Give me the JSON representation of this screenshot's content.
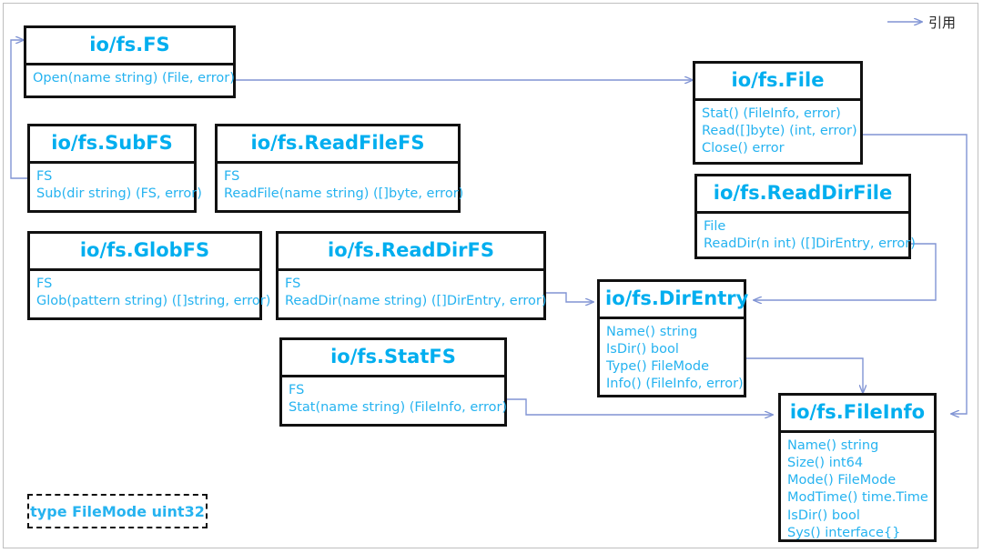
{
  "diagram": {
    "title_semantics": "go-io-fs-interfaces",
    "accent_text_color": "#00AEEF",
    "member_text_color": "#26B3F0",
    "box_border_color": "#111111",
    "connector_color": "#8094D4",
    "legend": {
      "arrow_icon": "arrow-right-icon",
      "label": "引用"
    },
    "note": {
      "text": "type FileMode uint32"
    },
    "boxes": [
      {
        "id": "fs",
        "title": "io/fs.FS",
        "members": [
          "Open(name string) (File, error)"
        ]
      },
      {
        "id": "subfs",
        "title": "io/fs.SubFS",
        "members": [
          "FS",
          "Sub(dir string) (FS, error)"
        ]
      },
      {
        "id": "readfilefs",
        "title": "io/fs.ReadFileFS",
        "members": [
          "FS",
          "ReadFile(name string) ([]byte, error)"
        ]
      },
      {
        "id": "globfs",
        "title": "io/fs.GlobFS",
        "members": [
          "FS",
          "Glob(pattern string) ([]string, error)"
        ]
      },
      {
        "id": "readdirfs",
        "title": "io/fs.ReadDirFS",
        "members": [
          "FS",
          "ReadDir(name string) ([]DirEntry, error)"
        ]
      },
      {
        "id": "statfs",
        "title": "io/fs.StatFS",
        "members": [
          "FS",
          "Stat(name string) (FileInfo, error)"
        ]
      },
      {
        "id": "file",
        "title": "io/fs.File",
        "members": [
          "Stat() (FileInfo, error)",
          "Read([]byte) (int, error)",
          "Close() error"
        ]
      },
      {
        "id": "readdirfile",
        "title": "io/fs.ReadDirFile",
        "members": [
          "File",
          "ReadDir(n int) ([]DirEntry, error)"
        ]
      },
      {
        "id": "direntry",
        "title": "io/fs.DirEntry",
        "members": [
          "Name() string",
          "IsDir() bool",
          "Type() FileMode",
          "Info() (FileInfo, error)"
        ]
      },
      {
        "id": "fileinfo",
        "title": "io/fs.FileInfo",
        "members": [
          "Name() string",
          "Size() int64",
          "Mode() FileMode",
          "ModTime() time.Time",
          "IsDir() bool",
          "Sys() interface{}"
        ]
      }
    ],
    "links": [
      {
        "from": "fs.Open",
        "to": "file",
        "kind": "reference"
      },
      {
        "from": "subfs.FS",
        "to": "fs",
        "kind": "reference"
      },
      {
        "from": "file.Stat",
        "to": "fileinfo",
        "kind": "reference"
      },
      {
        "from": "readdirfile.ReadDir",
        "to": "direntry",
        "kind": "reference"
      },
      {
        "from": "readdirfs.ReadDir",
        "to": "direntry",
        "kind": "reference"
      },
      {
        "from": "direntry.Info",
        "to": "fileinfo",
        "kind": "reference"
      },
      {
        "from": "statfs.Stat",
        "to": "fileinfo",
        "kind": "reference"
      }
    ]
  }
}
